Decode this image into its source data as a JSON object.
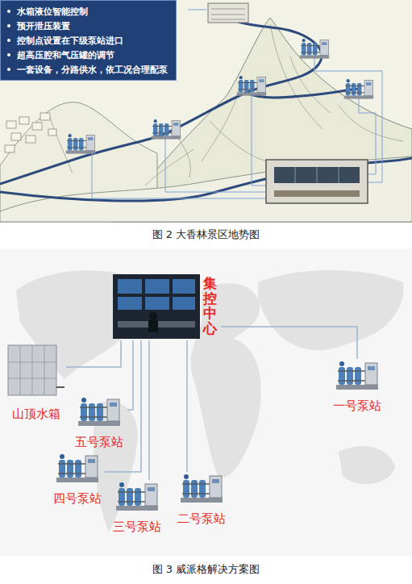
{
  "diagram": {
    "caption": "图 3 威派格解决方案图",
    "nodes": [
      {
        "text": [
          "水箱液位智能控制",
          "预开泄压装置",
          "控制点设置在下级泵站进口",
          "超高压腔和气压罐的调节",
          "一套设备，分路供水，依工况合理配泵"
        ]
      },
      {
        "text": [
          "集控中心"
        ]
      },
      {
        "text": [
          "山顶水箱"
        ]
      },
      {
        "text": [
          "一号泵站"
        ]
      },
      {
        "text": [
          "五号泵站"
        ]
      },
      {
        "text": [
          "四号泵站"
        ]
      },
      {
        "text": [
          "三号泵站"
        ]
      },
      {
        "text": [
          "二号泵站"
        ]
      }
    ],
    "edges": [
      {
        "from": 1,
        "to": 2,
        "arrow": "none"
      },
      {
        "from": 1,
        "to": 3,
        "arrow": "none"
      },
      {
        "from": 1,
        "to": 4,
        "arrow": "none"
      },
      {
        "from": 1,
        "to": 5,
        "arrow": "none"
      },
      {
        "from": 1,
        "to": 6,
        "arrow": "none"
      },
      {
        "from": 1,
        "to": 7,
        "arrow": "none"
      }
    ],
    "labels": [
      "图 2 大香林景区地势图"
    ]
  }
}
